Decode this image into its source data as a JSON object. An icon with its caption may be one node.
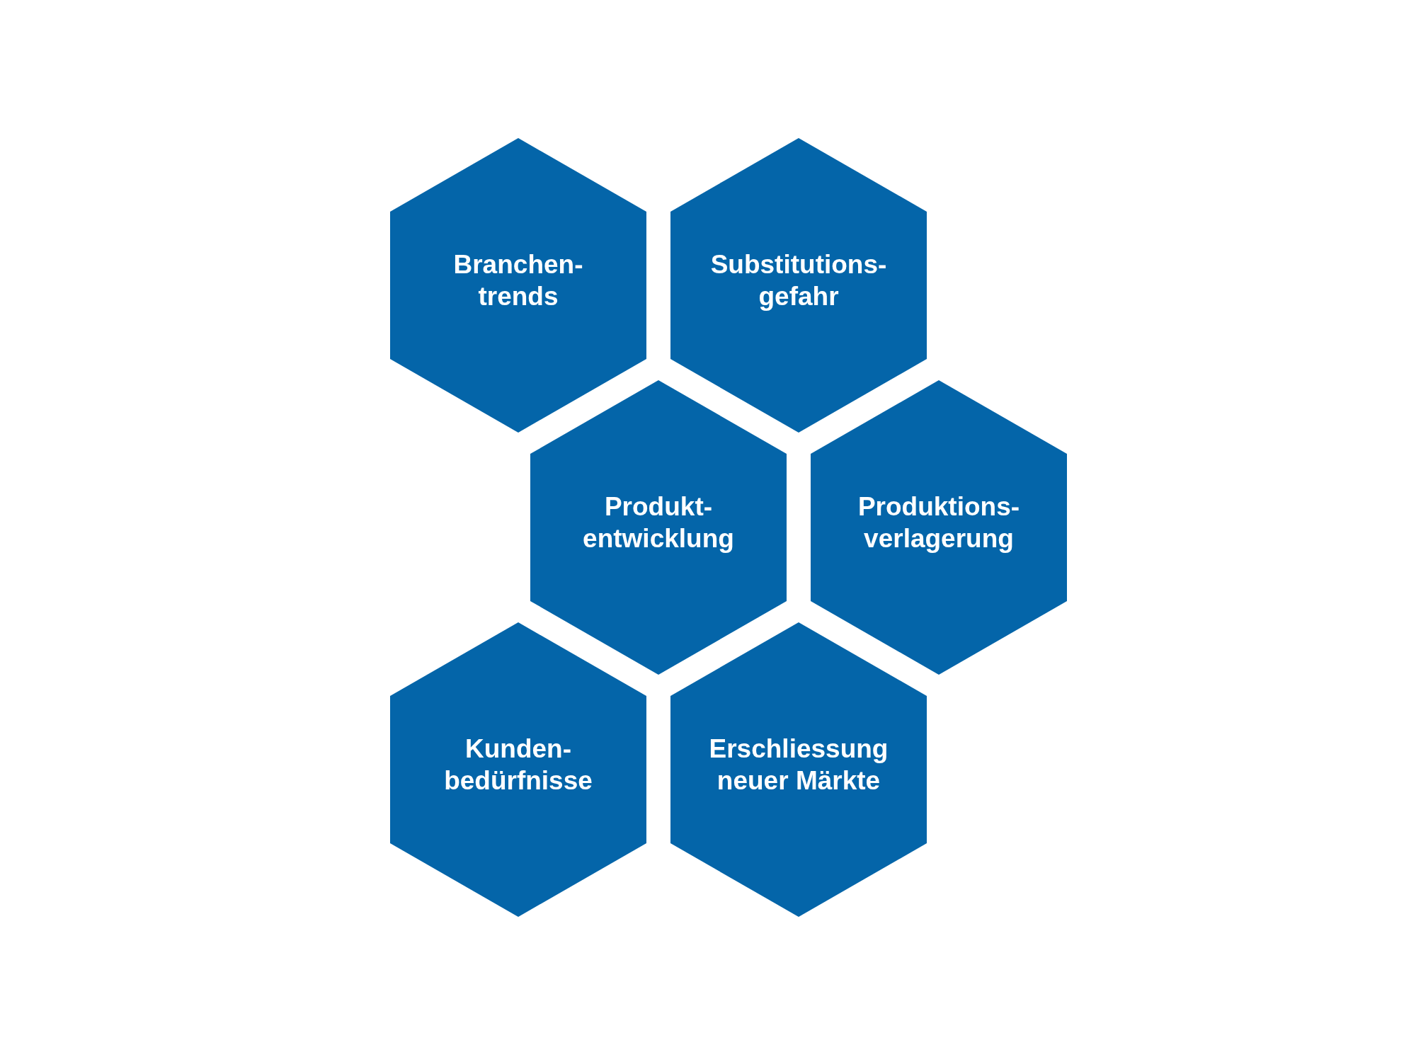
{
  "diagram": {
    "nodes": [
      {
        "text": [
          "Branchen-trends"
        ]
      },
      {
        "text": [
          "Substitutions-gefahr"
        ]
      },
      {
        "text": [
          "Produkt-entwicklung"
        ]
      },
      {
        "text": [
          "Produktions-verlagerung"
        ]
      },
      {
        "text": [
          "Kunden-bedürfnisse"
        ]
      },
      {
        "text": [
          "Erschliessung neuer Märkte"
        ]
      }
    ]
  }
}
